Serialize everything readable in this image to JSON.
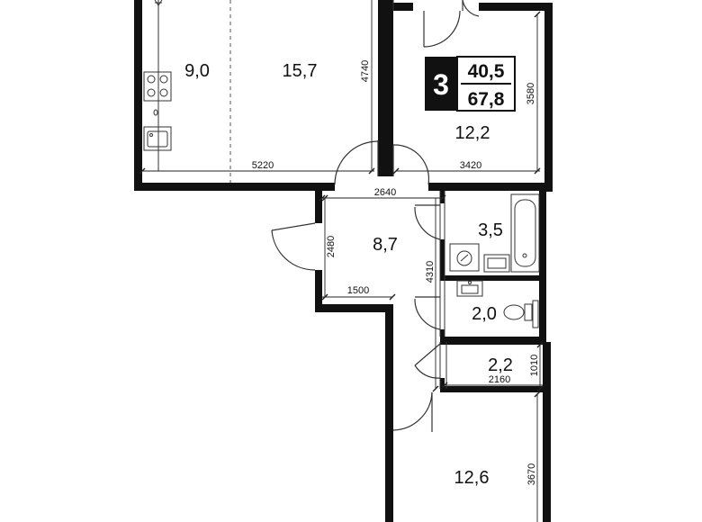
{
  "plan": {
    "rooms_count": "3",
    "living_area": "40,5",
    "total_area": "67,8",
    "rooms": {
      "kitchen": "9,0",
      "living": "15,7",
      "bedroom_top": "12,2",
      "hall": "8,7",
      "bathroom": "3,5",
      "wc": "2,0",
      "storage": "2,2",
      "bedroom_bottom": "12,6"
    },
    "dimensions": {
      "d4740": "4740",
      "d3580": "3580",
      "d5220": "5220",
      "d3420": "3420",
      "d2640": "2640",
      "d2480": "2480",
      "d1500": "1500",
      "d4310": "4310",
      "d1010": "1010",
      "d2160": "2160",
      "d3670": "3670"
    }
  },
  "colors": {
    "wall": "#111111",
    "dimension": "#222222",
    "fixture": "#333333"
  }
}
